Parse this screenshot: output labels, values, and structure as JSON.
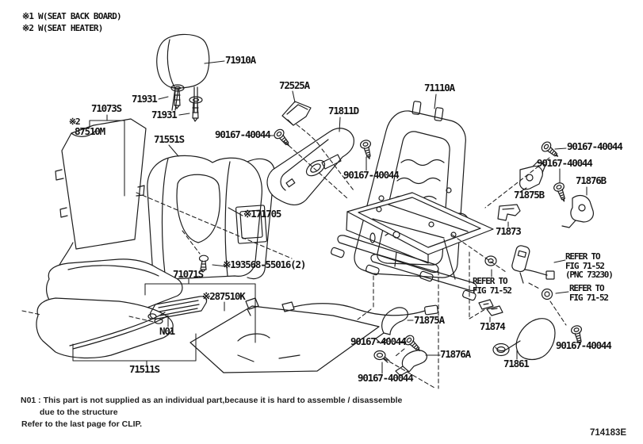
{
  "legend": {
    "line1": "※1 W(SEAT BACK BOARD)",
    "line2": "※2 W(SEAT HEATER)"
  },
  "callouts": {
    "headrest": "71910A",
    "headrest_support_upper": "71931",
    "headrest_support_lower": "71931",
    "seatback_cover": "71073S",
    "seatback_heater_mark": "※2",
    "seatback_heater": "87510M",
    "seatback_pad": "71551S",
    "shield_clip": "72525A",
    "reclining_shield": "71811D",
    "screw_shield": "90167-40044",
    "seatback_frame": "71110A",
    "screw_frame": "90167-40044",
    "screw_right_top": "90167-40044",
    "screw_right_mid": "90167-40044",
    "cover_76b": "71876B",
    "cover_75b": "71875B",
    "bracket_73": "71873",
    "seatback_board": "※171705",
    "board_screw": "※193568-55016(2)",
    "cushion_assy": "71071S",
    "cushion_heater": "※287510K",
    "n01": "N01",
    "cushion_pad": "71511S",
    "refer_left": {
      "l1": "REFER TO",
      "l2": "FIG 71-52"
    },
    "refer_belt": {
      "l1": "REFER TO",
      "l2": "FIG 71-52",
      "l3": "(PNC 73230)"
    },
    "refer_right": {
      "l1": "REFER TO",
      "l2": "FIG 71-52"
    },
    "cover_75a": "71875A",
    "bracket_74": "71874",
    "screw_mid_upper": "90167-40044",
    "cover_76a": "71876A",
    "screw_mid_lower": "90167-40044",
    "recliner_cover": "71861",
    "screw_bottom_right": "90167-40044"
  },
  "notes": {
    "n01_line1": "N01 : This part is not supplied as an individual part,because it is hard to assemble / disassemble",
    "n01_line2": "due to the structure",
    "clip_note": "Refer to the last page for CLIP."
  },
  "doc_code": "714183E",
  "colors": {
    "line": "#1c1c1c",
    "text": "#131313",
    "background": "#ffffff"
  }
}
